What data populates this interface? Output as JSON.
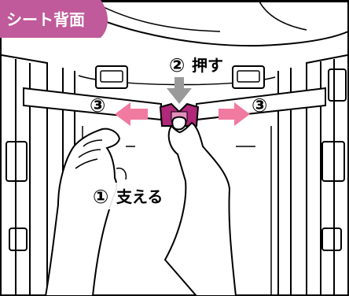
{
  "header": {
    "badge_label": "シート背面"
  },
  "steps": {
    "push": {
      "number": "②",
      "label": "押す"
    },
    "pull_left": {
      "number": "③"
    },
    "pull_right": {
      "number": "③"
    },
    "support": {
      "number": "①",
      "label": "支える"
    }
  },
  "colors": {
    "accent": "#c05a9a",
    "buckle": "#b0287a",
    "arrow_pink": "#f07aa0",
    "arrow_grey": "#9a9a9a",
    "line": "#000000"
  }
}
